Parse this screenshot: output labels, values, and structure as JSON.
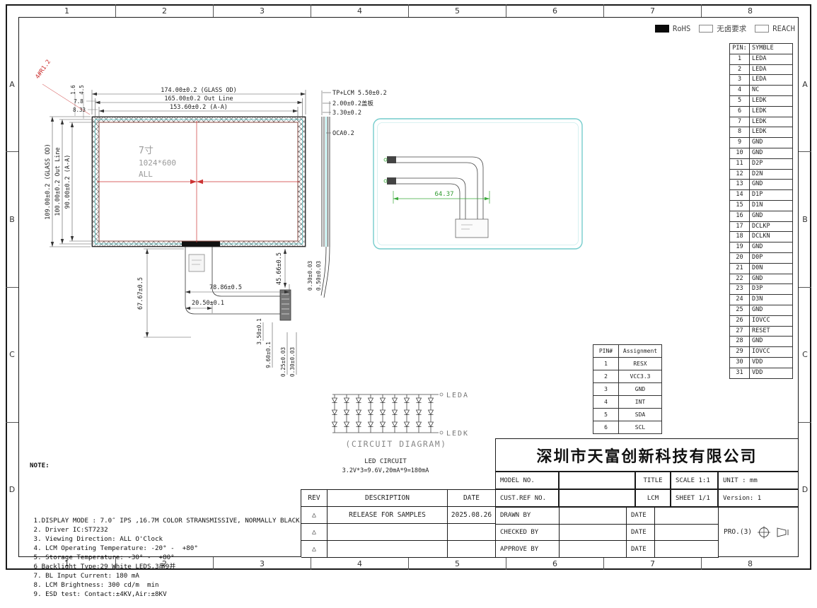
{
  "sheet": {
    "zone_columns": [
      "1",
      "2",
      "3",
      "4",
      "5",
      "6",
      "7",
      "8"
    ],
    "zone_rows": [
      "A",
      "B",
      "C",
      "D"
    ]
  },
  "compliance": {
    "rohs": "RoHS",
    "halogen_free": "无卤要求",
    "reach": "REACH"
  },
  "pin_table": {
    "header_pin": "PIN:",
    "header_symbol": "SYMBLE",
    "rows": [
      {
        "pin": "1",
        "symbol": "LEDA"
      },
      {
        "pin": "2",
        "symbol": "LEDA"
      },
      {
        "pin": "3",
        "symbol": "LEDA"
      },
      {
        "pin": "4",
        "symbol": "NC"
      },
      {
        "pin": "5",
        "symbol": "LEDK"
      },
      {
        "pin": "6",
        "symbol": "LEDK"
      },
      {
        "pin": "7",
        "symbol": "LEDK"
      },
      {
        "pin": "8",
        "symbol": "LEDK"
      },
      {
        "pin": "9",
        "symbol": "GND"
      },
      {
        "pin": "10",
        "symbol": "GND"
      },
      {
        "pin": "11",
        "symbol": "D2P"
      },
      {
        "pin": "12",
        "symbol": "D2N"
      },
      {
        "pin": "13",
        "symbol": "GND"
      },
      {
        "pin": "14",
        "symbol": "D1P"
      },
      {
        "pin": "15",
        "symbol": "D1N"
      },
      {
        "pin": "16",
        "symbol": "GND"
      },
      {
        "pin": "17",
        "symbol": "DCLKP"
      },
      {
        "pin": "18",
        "symbol": "DCLKN"
      },
      {
        "pin": "19",
        "symbol": "GND"
      },
      {
        "pin": "20",
        "symbol": "D0P"
      },
      {
        "pin": "21",
        "symbol": "D0N"
      },
      {
        "pin": "22",
        "symbol": "GND"
      },
      {
        "pin": "23",
        "symbol": "D3P"
      },
      {
        "pin": "24",
        "symbol": "D3N"
      },
      {
        "pin": "25",
        "symbol": "GND"
      },
      {
        "pin": "26",
        "symbol": "IOVCC"
      },
      {
        "pin": "27",
        "symbol": "RESET"
      },
      {
        "pin": "28",
        "symbol": "GND"
      },
      {
        "pin": "29",
        "symbol": "IOVCC"
      },
      {
        "pin": "30",
        "symbol": "VDD"
      },
      {
        "pin": "31",
        "symbol": "VDD"
      }
    ]
  },
  "main_view": {
    "dim_glass_width": "174.00±0.2 (GLASS OD)",
    "dim_outline_width": "165.00±0.2 Out Line",
    "dim_active_width": "153.60±0.2 (A-A)",
    "dim_glass_height": "109.00±0.2 (GLASS OD)",
    "dim_outline_height": "100.00±0.2 Out Line",
    "dim_active_height": "90.00±0.2 (A-A)",
    "corner_radius": "4#R1.2",
    "corner_dims": {
      "a": "1.6",
      "b": "4.5",
      "c": "7.8",
      "d": "8.33"
    },
    "display_line1": "7寸",
    "display_line2": "1024*600",
    "display_line3": "ALL",
    "dim_tail_length": "67.67±0.5",
    "dim_tail_width": "78.86±0.5",
    "dim_tail_offset": "20.50±0.1",
    "dim_tail_drop": "45.66±0.5",
    "dim_connector_a": "3.50±0.1",
    "dim_connector_b": "9.60±0.1",
    "dim_connector_c": "0.25±0.03",
    "dim_connector_d": "0.30±0.03"
  },
  "side_view": {
    "dim_total": "TP+LCM 5.50±0.2",
    "dim_cover": "2.00±0.2盖板",
    "dim_lcm": "3.30±0.2",
    "dim_oca": "OCA0.2",
    "dim_layer_a": "0.30±0.03",
    "dim_layer_b": "0.50±0.03"
  },
  "back_view": {
    "dim_width": "64.37"
  },
  "circuit": {
    "anode_label": "LEDA",
    "cathode_label": "LEDK",
    "caption": "(CIRCUIT DIAGRAM)",
    "title": "LED CIRCUIT",
    "formula": "3.2V*3=9.6V,20mA*9=180mA",
    "parallel_strings": 9,
    "leds_per_string": 3
  },
  "touch_pin_table": {
    "header_pin": "PIN#",
    "header_assignment": "Assignment",
    "rows": [
      {
        "pin": "1",
        "assignment": "RESX"
      },
      {
        "pin": "2",
        "assignment": "VCC3.3"
      },
      {
        "pin": "3",
        "assignment": "GND"
      },
      {
        "pin": "4",
        "assignment": "INT"
      },
      {
        "pin": "5",
        "assignment": "SDA"
      },
      {
        "pin": "6",
        "assignment": "SCL"
      }
    ]
  },
  "notes": {
    "title": "NOTE:",
    "lines": [
      " 1.DISPLAY MODE : 7.0″ IPS ,16.7M COLOR STRANSMISSIVE, NORMALLY BLACK",
      " 2. Driver IC:ST7232",
      " 3. Viewing Direction: ALL O'Clock",
      " 4. LCM Operating Temperature: -20° -  +80°",
      " 5. Storage Temperature: -30° -  +80°",
      " 6 Backlight Type:29 White LEDS,3串9并",
      " 7. BL Input Current: 180 mA",
      " 8. LCM Brightness: 300 cd/m  min",
      " 9. ESD test: Contact:±4KV,Air:±8KV"
    ]
  },
  "title_block": {
    "company": "深圳市天富创新科技有限公司",
    "model_no_label": "MODEL NO.",
    "cust_ref_label": "CUST.REF NO.",
    "title_label": "TITLE",
    "title_value": "LCM",
    "scale": "SCALE 1:1",
    "sheet": "SHEET 1/1",
    "unit": "UNIT : mm",
    "version": "Version: 1",
    "rev_header": "REV",
    "description_header": "DESCRIPTION",
    "date_header": "DATE",
    "revisions": [
      {
        "rev": "△",
        "description": "RELEASE FOR SAMPLES",
        "date": "2025.08.26"
      },
      {
        "rev": "△",
        "description": "",
        "date": ""
      },
      {
        "rev": "△",
        "description": "",
        "date": ""
      }
    ],
    "signoffs": [
      {
        "label": "DRAWN BY",
        "date_label": "DATE"
      },
      {
        "label": "CHECKED BY",
        "date_label": "DATE"
      },
      {
        "label": "APPROVE BY",
        "date_label": "DATE"
      }
    ],
    "projection": "PRO.(3)"
  }
}
